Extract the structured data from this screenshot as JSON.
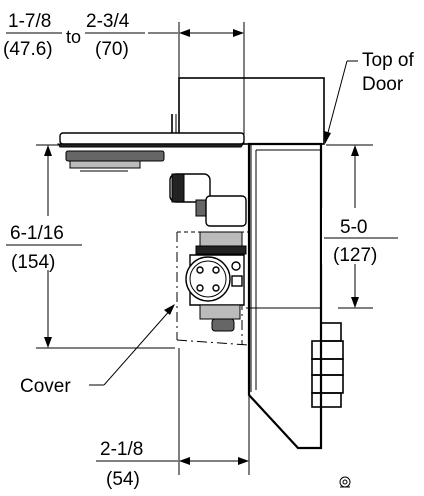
{
  "labels": {
    "top_width_min": "1-7/8",
    "top_width_min_mm": "(47.6)",
    "to": "to",
    "top_width_max": "2-3/4",
    "top_width_max_mm": "(70)",
    "top_of_door_line1": "Top of",
    "top_of_door_line2": "Door",
    "height_left": "6-1/16",
    "height_left_mm": "(154)",
    "height_right": "5-0",
    "height_right_mm": "(127)",
    "cover": "Cover",
    "bottom_width": "2-1/8",
    "bottom_width_mm": "(54)"
  }
}
